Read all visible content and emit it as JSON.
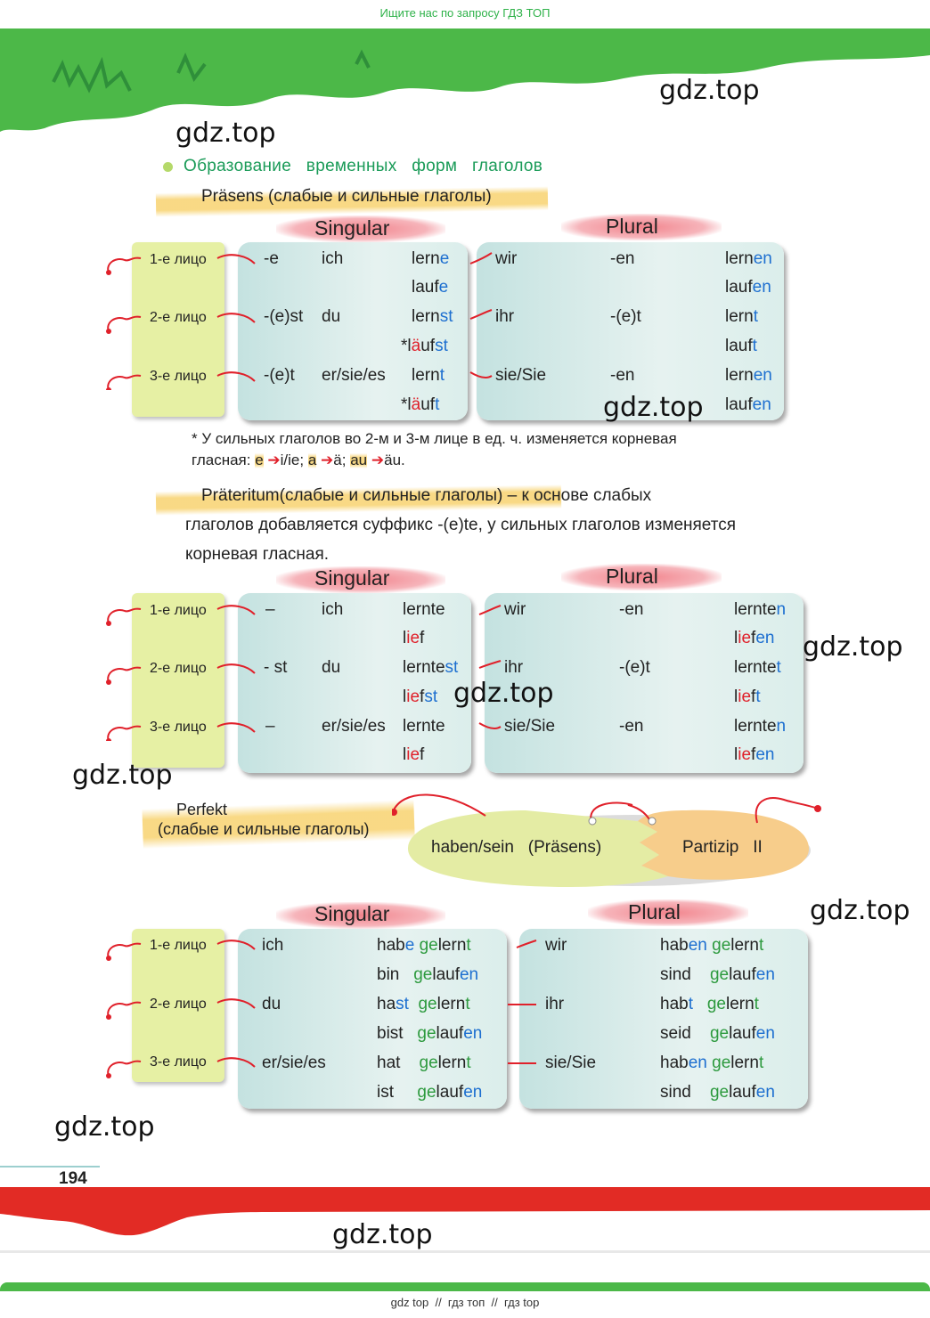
{
  "top_note": "Ищите нас по запросу ГДЗ ТОП",
  "bottom_note": "gdz top  //  гдз топ  //  гдз top",
  "watermark": "gdz.top",
  "section_title": "Образование   временных   форм   глаголов",
  "praesens": {
    "title": "Präsens (слабые и сильные глаголы)",
    "singular_label": "Singular",
    "plural_label": "Plural",
    "persons": [
      "1-е лицо",
      "2-е лицо",
      "3-е лицо"
    ],
    "sg_endings": [
      "-e",
      "-(e)st",
      "-(e)t"
    ],
    "sg_pronouns": [
      "ich",
      "du",
      "er/sie/es"
    ],
    "pl_pronouns": [
      "wir",
      "ihr",
      "sie/Sie"
    ],
    "pl_endings": [
      "-en",
      "-(e)t",
      "-en"
    ],
    "note_line1": "* У сильных глаголов во 2-м и 3-м лице в ед. ч. изменяется корневая",
    "note_line2_prefix": "гласная: ",
    "vowel_changes": [
      "e",
      "i/ie",
      "a",
      "ä",
      "au",
      "äu"
    ]
  },
  "praeteritum": {
    "title": "Präteritum(слабые и сильные глаголы)",
    "desc_line1_tail": " – к основе слабых",
    "desc_line2": "глаголов добавляется суффикс -(e)te, у  сильных глаголов изменяется",
    "desc_line3": "корневая гласная.",
    "singular_label": "Singular",
    "plural_label": "Plural",
    "persons": [
      "1-е лицо",
      "2-е лицо",
      "3-е лицо"
    ],
    "sg_endings": [
      "–",
      "- st",
      "–"
    ],
    "sg_pronouns": [
      "ich",
      "du",
      "er/sie/es"
    ],
    "pl_pronouns": [
      "wir",
      "ihr",
      "sie/Sie"
    ],
    "pl_endings": [
      "-en",
      "-(e)t",
      "-en"
    ]
  },
  "perfekt": {
    "title_line1": "Perfekt",
    "title_line2": "(слабые и сильные глаголы)",
    "part1": "haben/sein   (Präsens)",
    "part2": "Partizip   II",
    "singular_label": "Singular",
    "plural_label": "Plural",
    "persons": [
      "1-е лицо",
      "2-е лицо",
      "3-е лицо"
    ],
    "sg_pronouns": [
      "ich",
      "du",
      "er/sie/es"
    ],
    "pl_pronouns": [
      "wir",
      "ihr",
      "sie/Sie"
    ]
  },
  "page_number": "194"
}
